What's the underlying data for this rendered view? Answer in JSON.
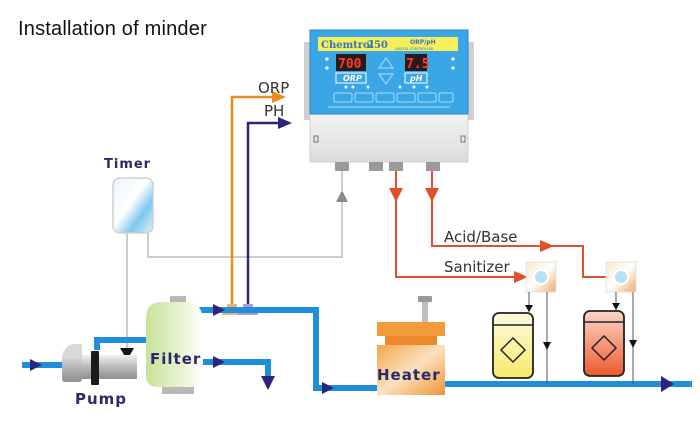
{
  "title": "Installation of minder",
  "controller": {
    "brand": "Chemtrol",
    "model": "250",
    "subtitle": "ORP/pH",
    "subtitle2": "DIGITAL CONTROLLER",
    "orp_display": "700",
    "ph_display": "7.5",
    "orp_label": "ORP",
    "ph_label": "pH"
  },
  "labels": {
    "orp": "ORP",
    "ph": "PH",
    "timer": "Timer",
    "filter": "Filter",
    "pump": "Pump",
    "heater": "Heater",
    "acid_base": "Acid/Base",
    "sanitizer": "Sanitizer"
  },
  "colors": {
    "pipe": "#1e8fdc",
    "arrow": "#2b2580",
    "orp_line": "#f08a1c",
    "ph_line": "#2b2580",
    "feed_line": "#e0502a",
    "panel": "#3aa6e6",
    "signal": "#b5b5b5"
  }
}
